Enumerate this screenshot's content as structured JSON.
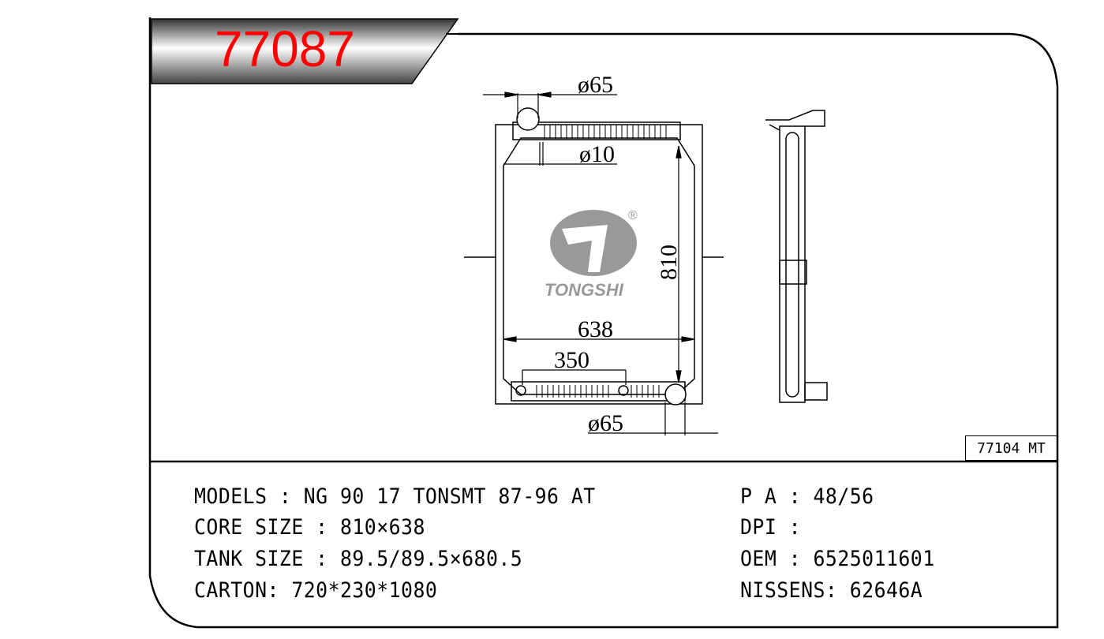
{
  "header": {
    "part_number": "77087"
  },
  "drawing": {
    "dims": {
      "inlet_dia": "ø65",
      "mount_dia": "ø10",
      "height": "810",
      "width": "638",
      "spacing": "350",
      "outlet_dia": "ø65"
    },
    "logo": {
      "brand": "TONGSHI",
      "registered": "®"
    },
    "ref_tag": "77104 MT"
  },
  "specs": {
    "left": [
      "MODELS : NG 90 17 TONSMT 87-96 AT",
      "CORE SIZE : 810×638",
      "TANK SIZE : 89.5/89.5×680.5",
      "CARTON: 720*230*1080"
    ],
    "right": [
      "P A : 48/56",
      "DPI :",
      "OEM : 6525011601",
      "NISSENS: 62646A"
    ]
  }
}
